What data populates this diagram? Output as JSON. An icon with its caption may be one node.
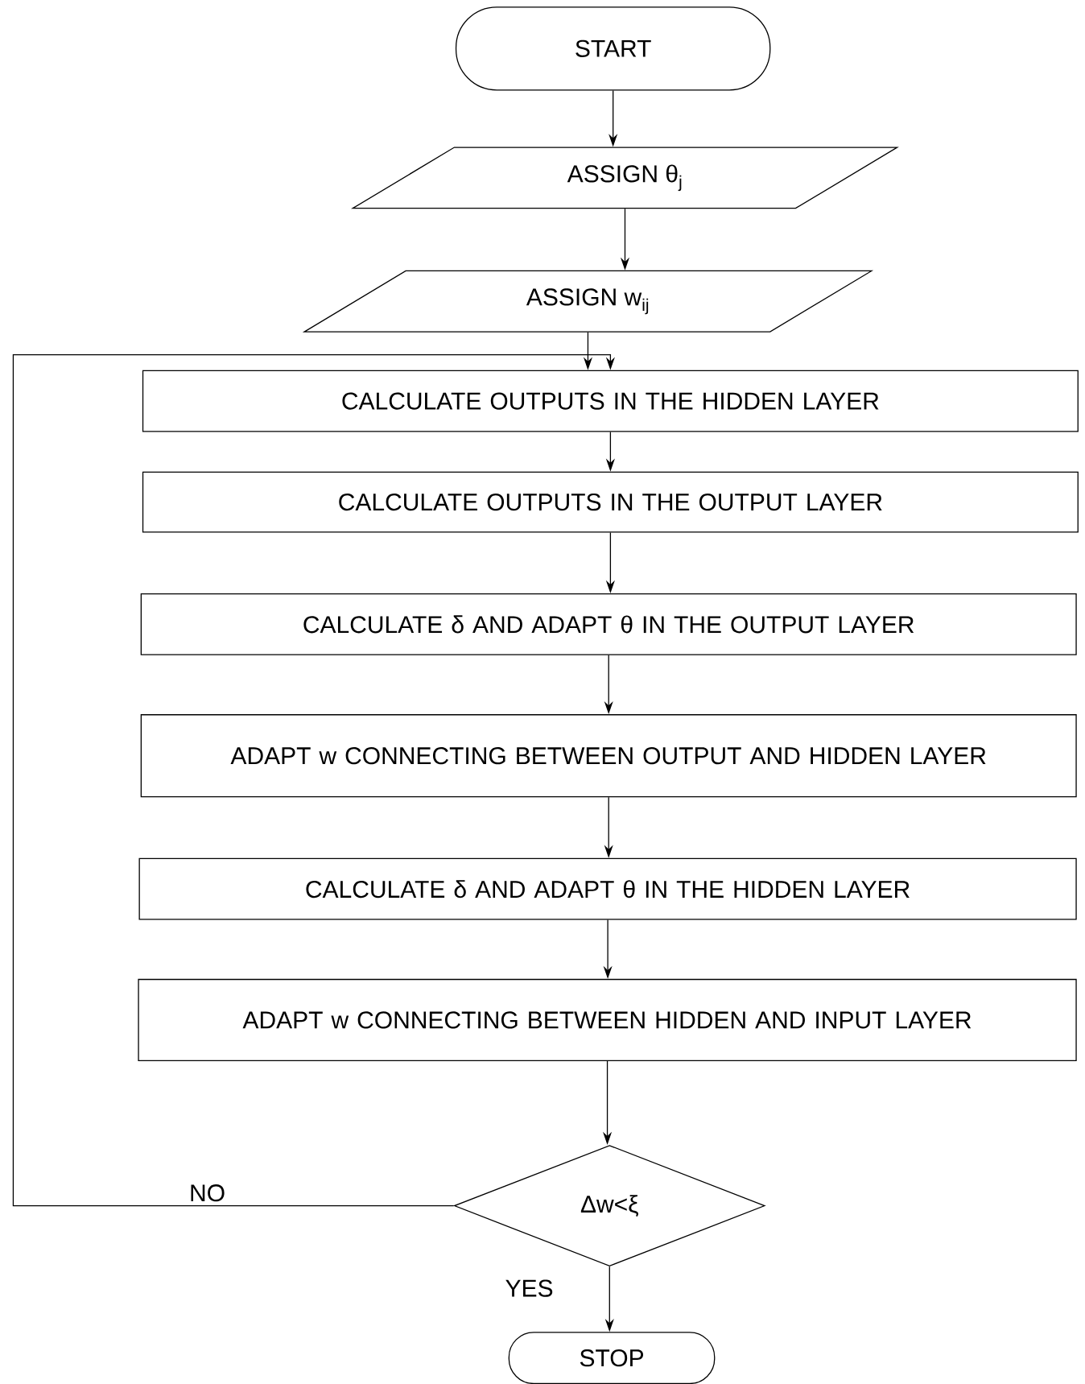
{
  "diagram": {
    "nodes": [
      {
        "text": [
          "START"
        ]
      },
      {
        "text": [
          "ASSIGN θ$_{j}$"
        ]
      },
      {
        "text": [
          "ASSIGN w$_{ij}$"
        ]
      },
      {
        "text": [
          "CALCULATE OUTPUTS IN THE HIDDEN LAYER"
        ]
      },
      {
        "text": [
          "CALCULATE OUTPUTS IN THE OUTPUT LAYER"
        ]
      },
      {
        "text": [
          "CALCULATE δ AND ADAPT θ IN THE OUTPUT LAYER"
        ]
      },
      {
        "text": [
          "ADAPT w CONNECTING BETWEEN OUTPUT AND HIDDEN LAYER"
        ]
      },
      {
        "text": [
          "CALCULATE δ AND ADAPT θ IN THE HIDDEN LAYER"
        ]
      },
      {
        "text": [
          "ADAPT w CONNECTING BETWEEN HIDDEN AND INPUT LAYER"
        ]
      },
      {
        "text": [
          "Δw<ξ"
        ]
      },
      {
        "text": [
          "STOP"
        ]
      }
    ],
    "edges": [
      {
        "from": 0,
        "to": 1,
        "arrow": "to"
      },
      {
        "from": 1,
        "to": 2,
        "arrow": "to"
      },
      {
        "from": 2,
        "to": 3,
        "arrow": "to"
      },
      {
        "from": 3,
        "to": 4,
        "arrow": "to"
      },
      {
        "from": 4,
        "to": 5,
        "arrow": "to"
      },
      {
        "from": 5,
        "to": 6,
        "arrow": "to"
      },
      {
        "from": 6,
        "to": 7,
        "arrow": "to"
      },
      {
        "from": 7,
        "to": 8,
        "arrow": "to"
      },
      {
        "from": 8,
        "to": 9,
        "arrow": "to"
      },
      {
        "from": 9,
        "to": 3,
        "arrow": "to",
        "label": "NO"
      },
      {
        "from": 9,
        "to": 10,
        "arrow": "to",
        "label": "YES"
      }
    ]
  }
}
